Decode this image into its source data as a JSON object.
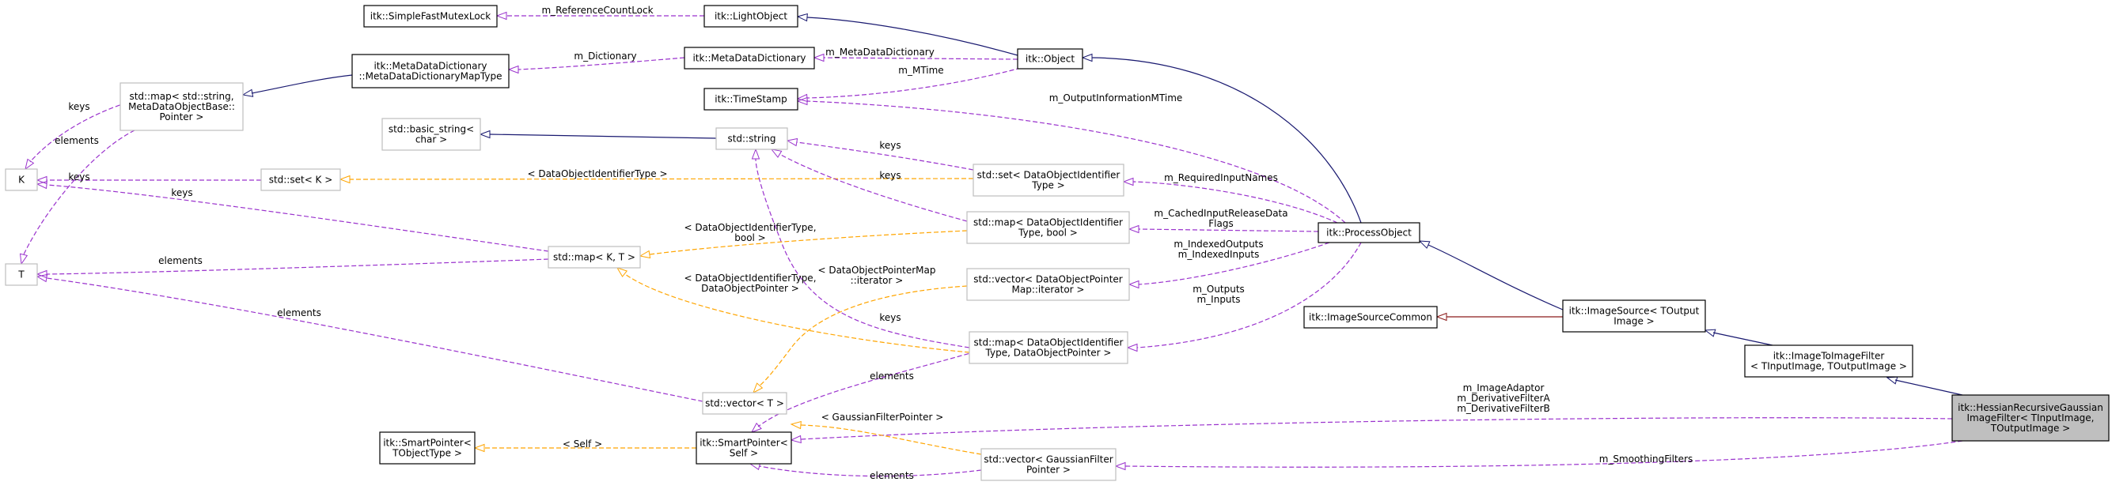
{
  "colors": {
    "inherit": "#191970",
    "usage": "#9a32cd",
    "template": "#ffa500",
    "private": "#8b1a1a",
    "box_doc": "#000000",
    "box_ext": "#bfbfbf",
    "focus_fill": "#bfbfbf"
  },
  "nodes": [
    {
      "id": "n_mutex",
      "lines": [
        "itk::SimpleFastMutexLock"
      ],
      "style": "doc"
    },
    {
      "id": "n_light",
      "lines": [
        "itk::LightObject"
      ],
      "style": "doc"
    },
    {
      "id": "n_mdd_impl",
      "lines": [
        "itk::MetaDataDictionary",
        "::MetaDataDictionaryMapType"
      ],
      "style": "doc"
    },
    {
      "id": "n_mdd",
      "lines": [
        "itk::MetaDataDictionary"
      ],
      "style": "doc"
    },
    {
      "id": "n_object",
      "lines": [
        "itk::Object"
      ],
      "style": "doc"
    },
    {
      "id": "n_timestamp",
      "lines": [
        "itk::TimeStamp"
      ],
      "style": "doc"
    },
    {
      "id": "n_map_str",
      "lines": [
        "std::map< std::string,",
        "MetaDataObjectBase::",
        "Pointer >"
      ],
      "style": "ext"
    },
    {
      "id": "n_basic_string",
      "lines": [
        "std::basic_string<",
        "char >"
      ],
      "style": "ext"
    },
    {
      "id": "n_string",
      "lines": [
        "std::string"
      ],
      "style": "ext"
    },
    {
      "id": "n_K",
      "lines": [
        "K"
      ],
      "style": "ext"
    },
    {
      "id": "n_set_K",
      "lines": [
        "std::set< K >"
      ],
      "style": "ext"
    },
    {
      "id": "n_set_doi",
      "lines": [
        "std::set< DataObjectIdentifier",
        "Type >"
      ],
      "style": "ext"
    },
    {
      "id": "n_map_doi_bool",
      "lines": [
        "std::map< DataObjectIdentifier",
        "Type, bool >"
      ],
      "style": "ext"
    },
    {
      "id": "n_process",
      "lines": [
        "itk::ProcessObject"
      ],
      "style": "doc"
    },
    {
      "id": "n_T",
      "lines": [
        "T"
      ],
      "style": "ext"
    },
    {
      "id": "n_map_KT",
      "lines": [
        "std::map< K, T >"
      ],
      "style": "ext"
    },
    {
      "id": "n_vec_dopm",
      "lines": [
        "std::vector< DataObjectPointer",
        "Map::iterator >"
      ],
      "style": "ext"
    },
    {
      "id": "n_isc",
      "lines": [
        "itk::ImageSourceCommon"
      ],
      "style": "doc"
    },
    {
      "id": "n_imgsrc",
      "lines": [
        "itk::ImageSource< TOutput",
        "Image >"
      ],
      "style": "doc"
    },
    {
      "id": "n_i2i",
      "lines": [
        "itk::ImageToImageFilter",
        "< TInputImage, TOutputImage >"
      ],
      "style": "doc"
    },
    {
      "id": "n_map_doi_dop",
      "lines": [
        "std::map< DataObjectIdentifier",
        "Type, DataObjectPointer >"
      ],
      "style": "ext"
    },
    {
      "id": "n_vec_T",
      "lines": [
        "std::vector< T >"
      ],
      "style": "ext"
    },
    {
      "id": "n_hessian",
      "lines": [
        "itk::HessianRecursiveGaussian",
        "ImageFilter< TInputImage,",
        "TOutputImage >"
      ],
      "style": "focus"
    },
    {
      "id": "n_sp_T",
      "lines": [
        "itk::SmartPointer<",
        "TObjectType >"
      ],
      "style": "doc"
    },
    {
      "id": "n_sp_self",
      "lines": [
        "itk::SmartPointer<",
        "Self >"
      ],
      "style": "doc"
    },
    {
      "id": "n_vec_gf",
      "lines": [
        "std::vector< GaussianFilter",
        "Pointer >"
      ],
      "style": "ext"
    }
  ],
  "edge_labels": [
    {
      "id": "e_refcount",
      "lines": [
        "m_ReferenceCountLock"
      ]
    },
    {
      "id": "e_dict",
      "lines": [
        "m_Dictionary"
      ]
    },
    {
      "id": "e_mdd",
      "lines": [
        "m_MetaDataDictionary"
      ]
    },
    {
      "id": "e_mtime",
      "lines": [
        "m_MTime"
      ]
    },
    {
      "id": "e_outinfo",
      "lines": [
        "m_OutputInformationMTime"
      ]
    },
    {
      "id": "e_keys_k1",
      "lines": [
        "keys"
      ]
    },
    {
      "id": "e_elem_t1",
      "lines": [
        "elements"
      ]
    },
    {
      "id": "e_keys_k2",
      "lines": [
        "keys"
      ]
    },
    {
      "id": "e_keys_k3",
      "lines": [
        "keys"
      ]
    },
    {
      "id": "e_elem_t2",
      "lines": [
        "elements"
      ]
    },
    {
      "id": "e_elem_t3",
      "lines": [
        "elements"
      ]
    },
    {
      "id": "e_set_doi_t",
      "lines": [
        "< DataObjectIdentifierType >"
      ]
    },
    {
      "id": "e_keys_s1",
      "lines": [
        "keys"
      ]
    },
    {
      "id": "e_keys_s2",
      "lines": [
        "keys"
      ]
    },
    {
      "id": "e_keys_s3",
      "lines": [
        "keys"
      ]
    },
    {
      "id": "e_required",
      "lines": [
        "m_RequiredInputNames"
      ]
    },
    {
      "id": "e_cached",
      "lines": [
        "m_CachedInputReleaseData",
        "Flags"
      ]
    },
    {
      "id": "e_idx",
      "lines": [
        "m_IndexedOutputs",
        "m_IndexedInputs"
      ]
    },
    {
      "id": "e_outputs",
      "lines": [
        "m_Outputs",
        "m_Inputs"
      ]
    },
    {
      "id": "e_map_doi_bool_t",
      "lines": [
        "< DataObjectIdentifierType,",
        "bool >"
      ]
    },
    {
      "id": "e_map_doi_dop_t",
      "lines": [
        "< DataObjectIdentifierType,",
        "DataObjectPointer >"
      ]
    },
    {
      "id": "e_dopm_iter",
      "lines": [
        "< DataObjectPointerMap",
        "::iterator >"
      ]
    },
    {
      "id": "e_elem_sp1",
      "lines": [
        "elements"
      ]
    },
    {
      "id": "e_elem_sp2",
      "lines": [
        "elements"
      ]
    },
    {
      "id": "e_adaptor",
      "lines": [
        "m_ImageAdaptor",
        "m_DerivativeFilterA",
        "m_DerivativeFilterB"
      ]
    },
    {
      "id": "e_smoothing",
      "lines": [
        "m_SmoothingFilters"
      ]
    },
    {
      "id": "e_self",
      "lines": [
        "< Self >"
      ]
    },
    {
      "id": "e_gfp",
      "lines": [
        "< GaussianFilterPointer >"
      ]
    }
  ]
}
